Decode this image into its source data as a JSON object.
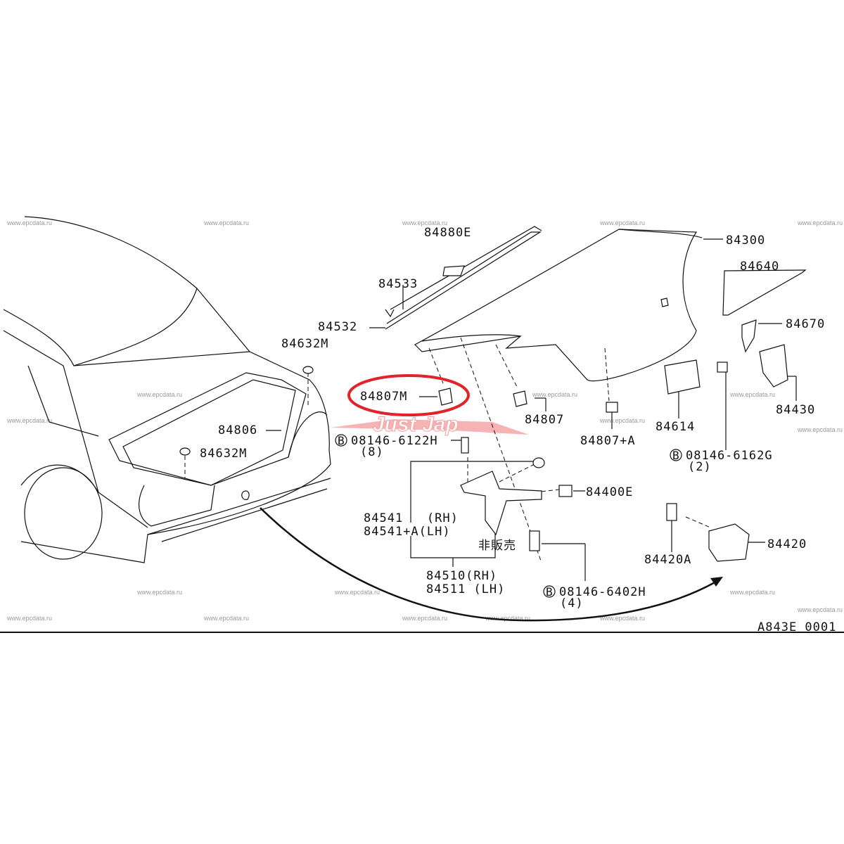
{
  "watermark": "www.epcdata.ru",
  "logo_text": "Just Jap",
  "highlight_color": "#e0242a",
  "diagram_code": "A843E 0001",
  "labels": {
    "p84880E": "84880E",
    "p84533": "84533",
    "p84532": "84532",
    "p84300": "84300",
    "p84640": "84640",
    "p84670": "84670",
    "p84632M_top": "84632M",
    "p84807M": "84807M",
    "p84807": "84807",
    "p84614": "84614",
    "p84430": "84430",
    "p84806": "84806",
    "p84807A": "84807+A",
    "p84632M_low": "84632M",
    "bolt_6122H": "08146-6122H",
    "bolt_6122H_qty": "(8)",
    "bolt_6162G": "08146-6162G",
    "bolt_6162G_qty": "(2)",
    "p84400E": "84400E",
    "p84541": "84541   (RH)",
    "p84541A": "84541+A(LH)",
    "not_for_sale": "非販売",
    "p84420": "84420",
    "p84420A": "84420A",
    "p84510": "84510(RH)",
    "p84511": "84511 (LH)",
    "bolt_6402H": "08146-6402H",
    "bolt_6402H_qty": "(4)",
    "bolt_marker": "B"
  }
}
